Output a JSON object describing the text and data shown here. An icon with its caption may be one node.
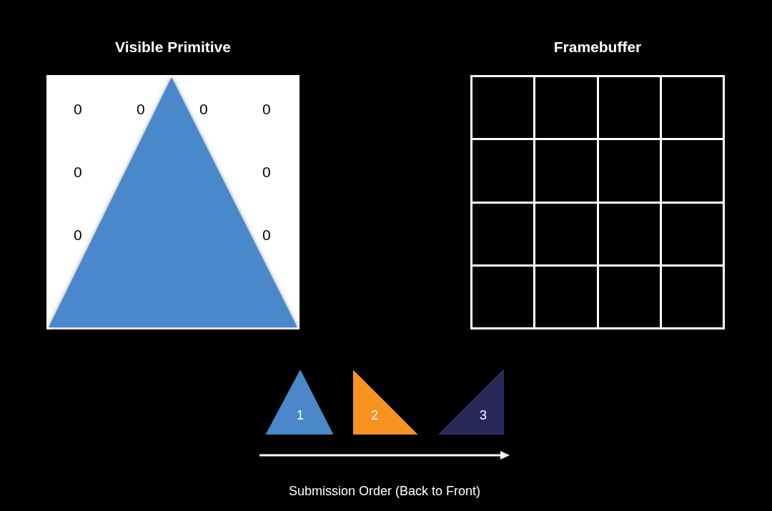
{
  "diagram": {
    "nodes": [
      {
        "text": [
          "Visible Primitive"
        ]
      },
      {
        "text": [
          "Framebuffer"
        ]
      },
      {
        "text": [
          "1"
        ]
      },
      {
        "text": [
          "2"
        ]
      },
      {
        "text": [
          "3"
        ]
      }
    ],
    "labels": [
      "0",
      "0",
      "0",
      "0",
      "0",
      "0",
      "0",
      "0",
      "Submission Order (Back to Front)"
    ]
  }
}
